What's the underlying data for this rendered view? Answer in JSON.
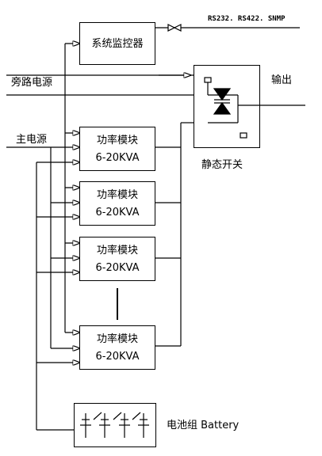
{
  "monitor": {
    "label": "系统监控器"
  },
  "protocols": "RS232. RS422. SNMP",
  "bypass_power": "旁路电源",
  "output": "输出",
  "main_power": "主电源",
  "static_switch": "静态开关",
  "modules": [
    {
      "line1": "功率模块",
      "line2": "6-20KVA"
    },
    {
      "line1": "功率模块",
      "line2": "6-20KVA"
    },
    {
      "line1": "功率模块",
      "line2": "6-20KVA"
    },
    {
      "line1": "功率模块",
      "line2": "6-20KVA"
    }
  ],
  "battery": "电池组 Battery",
  "colors": {
    "line": "#000000",
    "background": "#ffffff"
  }
}
